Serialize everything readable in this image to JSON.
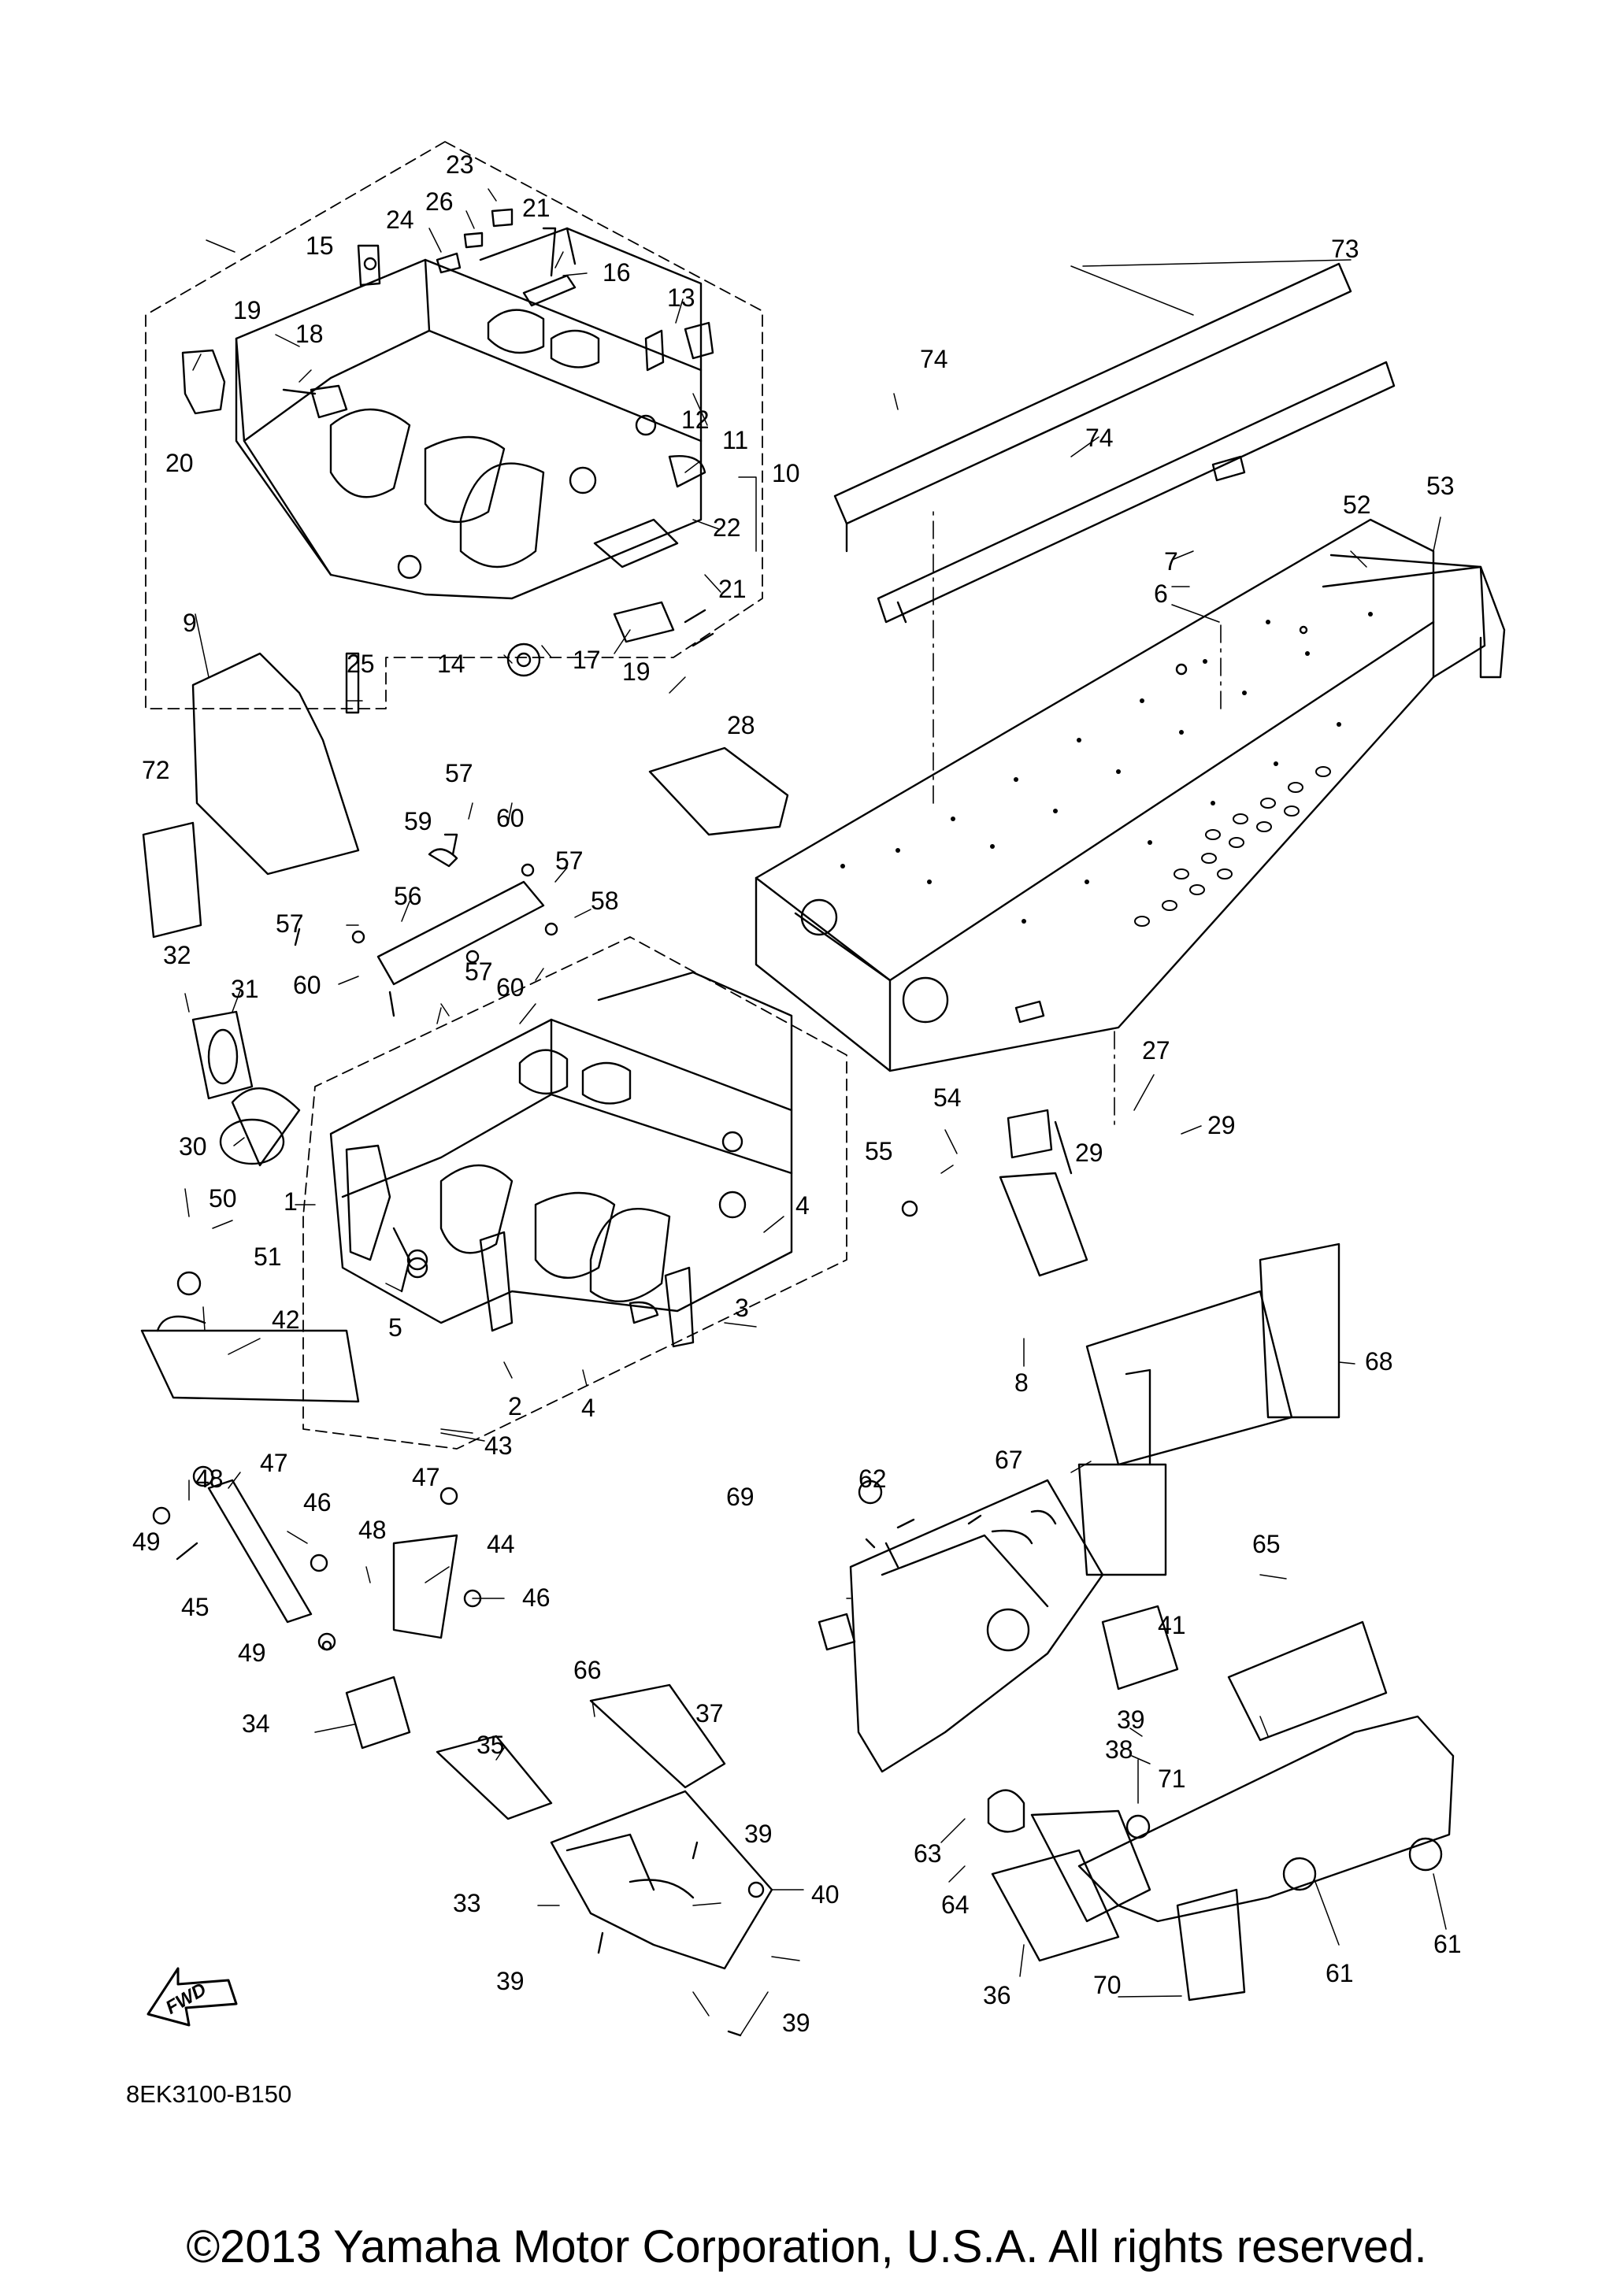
{
  "diagram": {
    "part_code": "8EK3100-B150",
    "copyright": "©2013 Yamaha Motor Corporation, U.S.A. All rights reserved.",
    "fwd_label": "FWD",
    "callouts": {
      "c1": "1",
      "c2": "2",
      "c3": "3",
      "c4a": "4",
      "c4b": "4",
      "c5": "5",
      "c6": "6",
      "c7": "7",
      "c8": "8",
      "c9": "9",
      "c10": "10",
      "c11": "11",
      "c12": "12",
      "c13": "13",
      "c14": "14",
      "c15": "15",
      "c16": "16",
      "c17": "17",
      "c18": "18",
      "c19a": "19",
      "c19b": "19",
      "c20": "20",
      "c21a": "21",
      "c21b": "21",
      "c22": "22",
      "c23": "23",
      "c24": "24",
      "c25": "25",
      "c26": "26",
      "c27": "27",
      "c28": "28",
      "c29a": "29",
      "c29b": "29",
      "c30": "30",
      "c31": "31",
      "c32": "32",
      "c33": "33",
      "c34": "34",
      "c35": "35",
      "c36": "36",
      "c37": "37",
      "c38": "38",
      "c39a": "39",
      "c39b": "39",
      "c39c": "39",
      "c39d": "39",
      "c40": "40",
      "c41": "41",
      "c42": "42",
      "c43": "43",
      "c44": "44",
      "c45": "45",
      "c46a": "46",
      "c46b": "46",
      "c47a": "47",
      "c47b": "47",
      "c48a": "48",
      "c48b": "48",
      "c49a": "49",
      "c49b": "49",
      "c50": "50",
      "c51": "51",
      "c52": "52",
      "c53": "53",
      "c54": "54",
      "c55": "55",
      "c56": "56",
      "c57a": "57",
      "c57b": "57",
      "c57c": "57",
      "c57d": "57",
      "c58": "58",
      "c59": "59",
      "c60a": "60",
      "c60b": "60",
      "c60c": "60",
      "c61a": "61",
      "c61b": "61",
      "c62": "62",
      "c63": "63",
      "c64": "64",
      "c65": "65",
      "c66": "66",
      "c67": "67",
      "c68": "68",
      "c69": "69",
      "c70": "70",
      "c71": "71",
      "c72": "72",
      "c73": "73",
      "c74a": "74",
      "c74b": "74"
    }
  }
}
